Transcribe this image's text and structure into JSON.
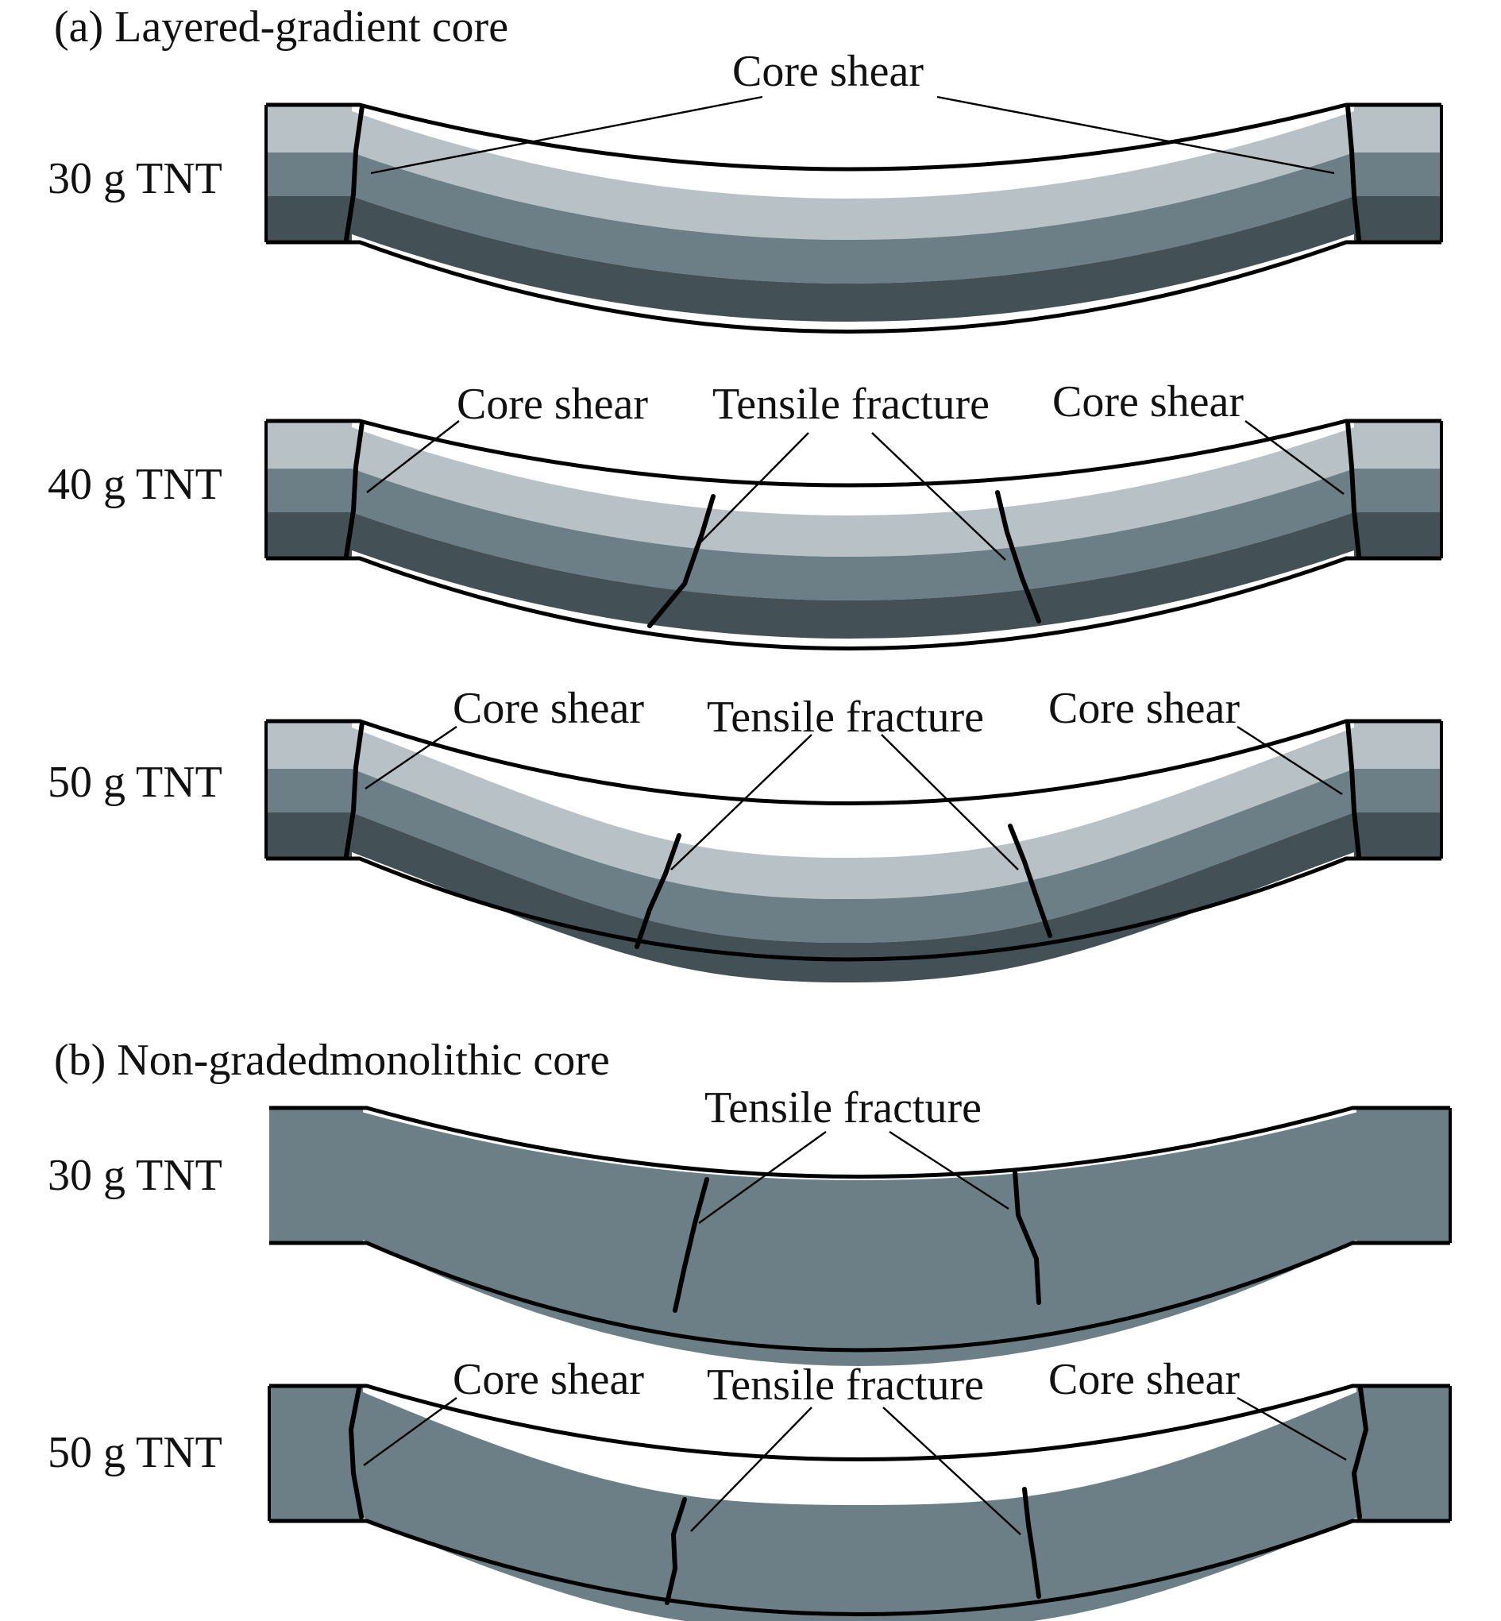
{
  "panel_a": {
    "title": "(a) Layered-gradient core",
    "cases": [
      {
        "charge": "30 g TNT",
        "annotations": [
          "Core shear"
        ]
      },
      {
        "charge": "40 g TNT",
        "annotations": [
          "Core shear",
          "Tensile fracture",
          "Core shear"
        ]
      },
      {
        "charge": "50 g TNT",
        "annotations": [
          "Core shear",
          "Tensile fracture",
          "Core shear"
        ]
      }
    ]
  },
  "panel_b": {
    "title": "(b) Non-gradedmonolithic core",
    "cases": [
      {
        "charge": "30 g TNT",
        "annotations": [
          "Tensile fracture"
        ]
      },
      {
        "charge": "50 g TNT",
        "annotations": [
          "Core shear",
          "Tensile fracture",
          "Core shear"
        ]
      }
    ]
  },
  "colors": {
    "layer_light": "#b8c2c6",
    "layer_mid": "#6c7f87",
    "layer_dark": "#435157",
    "monolithic_core": "#6c7f87",
    "face_sheet": "#000000",
    "background": "#ffffff"
  }
}
